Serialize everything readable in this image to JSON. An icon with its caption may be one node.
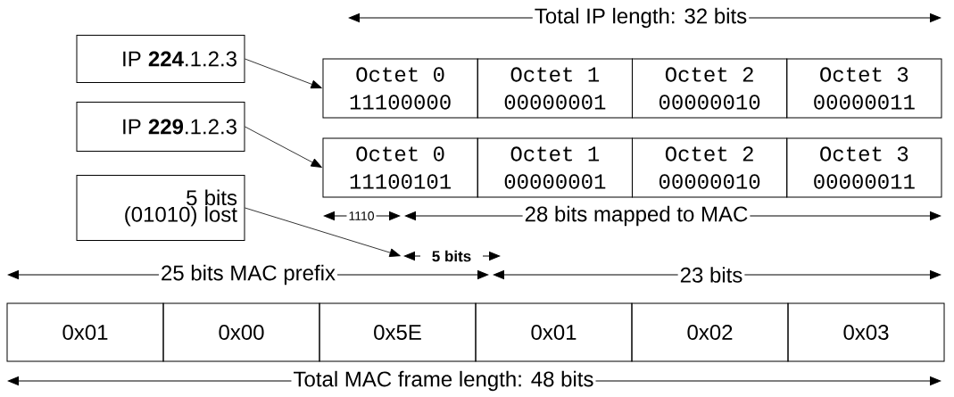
{
  "diagram": {
    "nodes": [
      {
        "text": [
          "IP **224**.1.2.3"
        ]
      },
      {
        "text": [
          "Octet 0",
          "11100000"
        ]
      },
      {
        "text": [
          "Octet 1",
          "00000001"
        ]
      },
      {
        "text": [
          "Octet 2",
          "00000010"
        ]
      },
      {
        "text": [
          "Octet 3",
          "00000011"
        ]
      },
      {
        "text": [
          "IP **229**.1.2.3"
        ]
      },
      {
        "text": [
          "Octet 0",
          "11100101"
        ]
      },
      {
        "text": [
          "Octet 1",
          "00000001"
        ]
      },
      {
        "text": [
          "Octet 2",
          "00000010"
        ]
      },
      {
        "text": [
          "Octet 3",
          "00000011"
        ]
      },
      {
        "text": [
          "5 bits (01010) lost"
        ]
      },
      {
        "text": [
          "5 bits"
        ]
      },
      {
        "text": [
          "0x01"
        ]
      },
      {
        "text": [
          "0x00"
        ]
      },
      {
        "text": [
          "0x5E"
        ]
      },
      {
        "text": [
          "0x01"
        ]
      },
      {
        "text": [
          "0x02"
        ]
      },
      {
        "text": [
          "0x03"
        ]
      }
    ],
    "edges": [
      {
        "from": 0,
        "to": 1,
        "arrow": "to"
      },
      {
        "from": 5,
        "to": 6,
        "arrow": "to"
      },
      {
        "from": 10,
        "to": 11,
        "arrow": "to"
      }
    ],
    "labels": [
      "Total IP length: 32 bits",
      "1110",
      "28 bits mapped to MAC",
      "25 bits MAC prefix",
      "23 bits",
      "Total MAC frame length: 48 bits"
    ]
  }
}
